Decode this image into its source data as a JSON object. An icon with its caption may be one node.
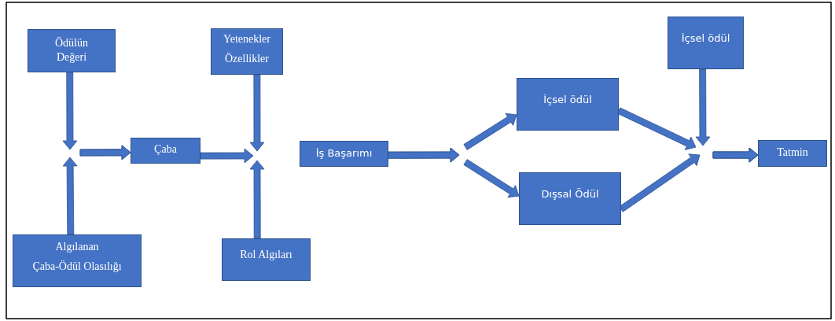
{
  "diagram": {
    "nodes": [
      {
        "text": [
          "Ödülün Değeri"
        ]
      },
      {
        "text": [
          "Algılanan",
          "Çaba-Ödül Olasılığı"
        ]
      },
      {
        "text": [
          "Çaba"
        ]
      },
      {
        "text": [
          "Yetenekler",
          "Özellikler"
        ]
      },
      {
        "text": [
          "Rol Algıları"
        ]
      },
      {
        "text": [
          "İş Başarımı"
        ]
      },
      {
        "text": [
          "İçsel ödül"
        ]
      },
      {
        "text": [
          "Dışsal Ödül"
        ]
      },
      {
        "text": [
          "İçsel ödül"
        ]
      },
      {
        "text": [
          "Tatmin"
        ]
      }
    ],
    "edges": [
      {
        "from": 0,
        "to": 2,
        "arrow": "to"
      },
      {
        "from": 1,
        "to": 2,
        "arrow": "to"
      },
      {
        "from": 2,
        "to": null,
        "arrow": "to"
      },
      {
        "from": 3,
        "to": null,
        "arrow": "to"
      },
      {
        "from": 4,
        "to": null,
        "arrow": "to"
      },
      {
        "from": 5,
        "to": 6,
        "arrow": "to"
      },
      {
        "from": 5,
        "to": 7,
        "arrow": "to"
      },
      {
        "from": 6,
        "to": 9,
        "arrow": "to"
      },
      {
        "from": 7,
        "to": 9,
        "arrow": "to"
      },
      {
        "from": 8,
        "to": 9,
        "arrow": "to"
      }
    ]
  }
}
